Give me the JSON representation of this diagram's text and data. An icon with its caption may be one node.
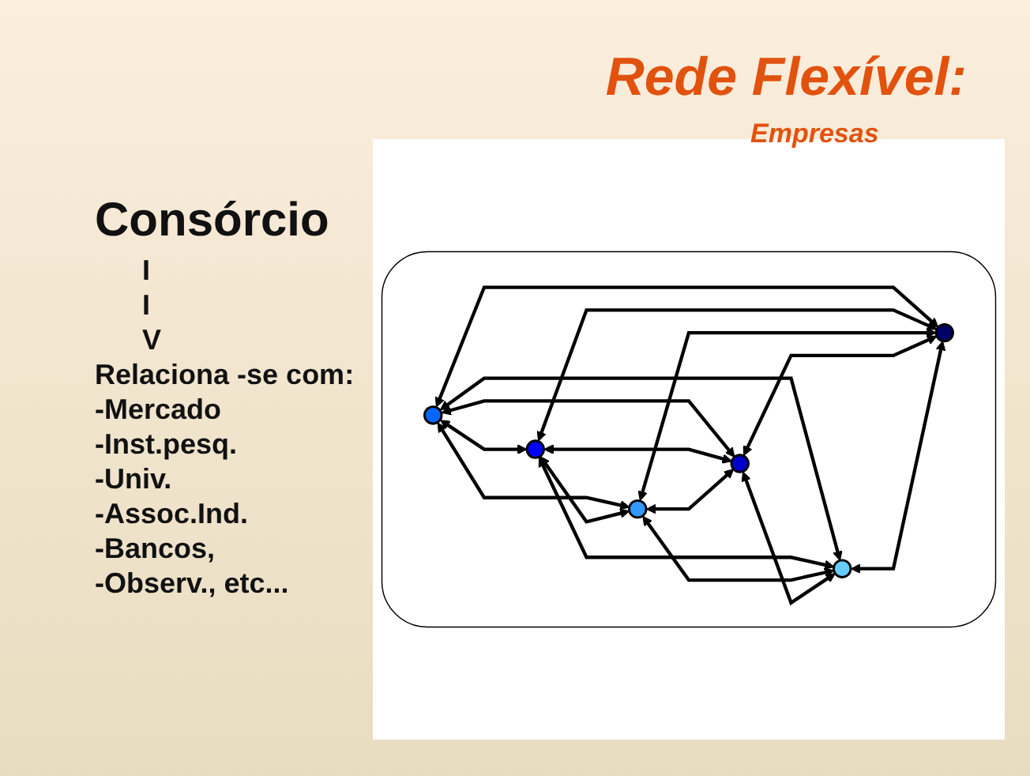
{
  "diagram": {
    "title": "Rede Flexível:",
    "nodes": [
      {
        "text": [],
        "shape": "cloud"
      },
      {
        "text": [],
        "shape": "circle",
        "in": 0
      },
      {
        "text": [],
        "shape": "circle",
        "in": 0
      },
      {
        "text": [],
        "shape": "circle",
        "in": 0
      },
      {
        "text": [],
        "shape": "circle",
        "in": 0
      },
      {
        "text": [],
        "shape": "circle",
        "in": 0
      },
      {
        "text": [],
        "shape": "circle",
        "in": 0
      }
    ],
    "edges": [
      {
        "from": 1,
        "to": 2,
        "arrow": "both"
      },
      {
        "from": 1,
        "to": 3,
        "arrow": "both"
      },
      {
        "from": 1,
        "to": 4,
        "arrow": "both"
      },
      {
        "from": 1,
        "to": 5,
        "arrow": "both"
      },
      {
        "from": 1,
        "to": 6,
        "arrow": "both"
      },
      {
        "from": 2,
        "to": 3,
        "arrow": "both"
      },
      {
        "from": 2,
        "to": 4,
        "arrow": "both"
      },
      {
        "from": 2,
        "to": 5,
        "arrow": "both"
      },
      {
        "from": 2,
        "to": 6,
        "arrow": "both"
      },
      {
        "from": 3,
        "to": 4,
        "arrow": "both"
      },
      {
        "from": 3,
        "to": 5,
        "arrow": "both"
      },
      {
        "from": 3,
        "to": 6,
        "arrow": "both"
      },
      {
        "from": 4,
        "to": 5,
        "arrow": "both"
      },
      {
        "from": 4,
        "to": 6,
        "arrow": "both"
      },
      {
        "from": 5,
        "to": 6,
        "arrow": "both"
      }
    ],
    "labels": [
      "Empresas",
      "Consórcio",
      "I",
      "I",
      "V",
      "Relaciona -se com:",
      "-Mercado",
      "-Inst.pesq.",
      "-Univ.",
      "-Assoc.Ind.",
      "-Bancos,",
      "-Observ., etc..."
    ]
  }
}
